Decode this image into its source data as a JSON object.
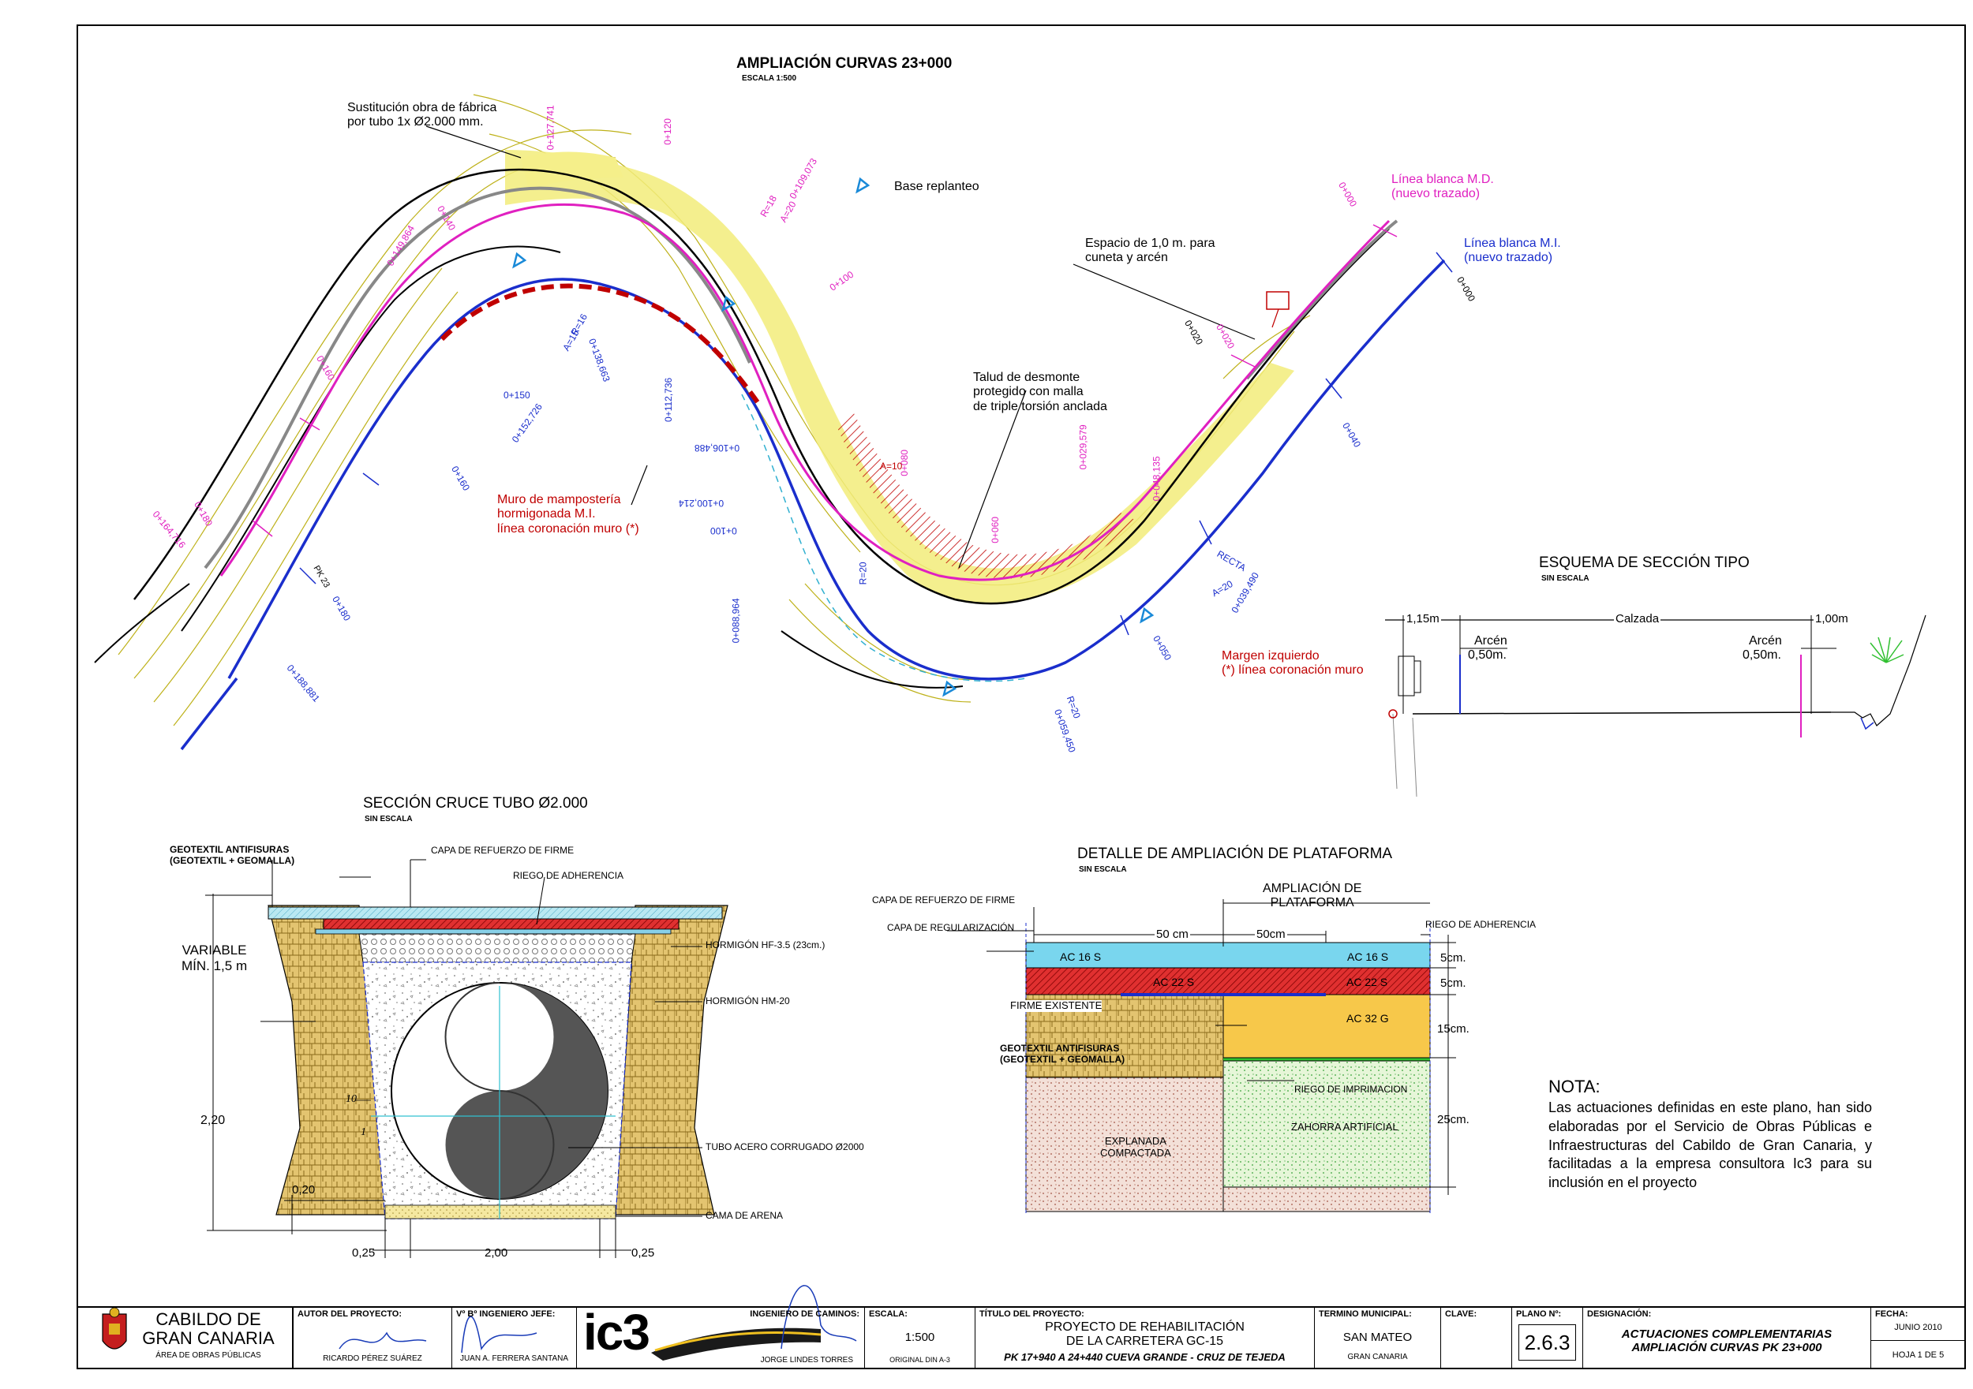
{
  "plan": {
    "title": "AMPLIACIÓN CURVAS 23+000",
    "scale": "ESCALA 1:500",
    "annotations": {
      "culvert": [
        "Sustitución obra de fábrica",
        "por tubo 1x Ø2.000 mm."
      ],
      "base": "Base replanteo",
      "white_md": [
        "Línea blanca M.D.",
        "(nuevo trazado)"
      ],
      "white_mi": [
        "Línea blanca M.I.",
        "(nuevo trazado)"
      ],
      "space": [
        "Espacio de 1,0 m. para",
        "cuneta y arcén"
      ],
      "slope": [
        "Talud de desmonte",
        "protegido con malla",
        "de triple torsión anclada"
      ],
      "wall": [
        "Muro de mampostería",
        "hormigonada M.I.",
        "línea coronación muro (*)"
      ]
    },
    "stations": [
      "0+120",
      "0+109,073",
      "0+100",
      "0+080",
      "0+060",
      "0+050",
      "0+040",
      "0+020",
      "0+000",
      "0+140",
      "0+160",
      "0+180",
      "0+150",
      "0+160",
      "0+180",
      "0+100",
      "0+164,716",
      "0+149,864",
      "0+152,726",
      "0+138,663",
      "0+112,736",
      "0+106,488",
      "0+100,214",
      "0+088,964",
      "0+059,450",
      "0+039,490",
      "0+048,135",
      "0+029,579",
      "0+127,741",
      "0+188,881",
      "0+020",
      "0+000"
    ],
    "curve_labels": [
      "R=16",
      "A=15",
      "R=18",
      "A=20",
      "A=10",
      "R=20",
      "A=20",
      "RECTA",
      "PK 23",
      "R=20"
    ]
  },
  "seccion_tipo": {
    "title": "ESQUEMA DE SECCIÓN TIPO",
    "subtitle": "SIN ESCALA",
    "dims": [
      "1,15m",
      "Calzada",
      "1,00m"
    ],
    "arcen_left": [
      "Arcén",
      "0,50m."
    ],
    "arcen_right": [
      "Arcén",
      "0,50m."
    ],
    "margin": [
      "Margen izquierdo",
      "(*) línea coronación muro"
    ]
  },
  "cruce": {
    "title": "SECCIÓN CRUCE TUBO Ø2.000",
    "subtitle": "SIN ESCALA",
    "geotextil": [
      "GEOTEXTIL ANTIFISURAS",
      "(GEOTEXTIL + GEOMALLA)"
    ],
    "capa": "CAPA DE REFUERZO DE FIRME",
    "riego": "RIEGO DE ADHERENCIA",
    "hf": "HORMIGÓN HF-3.5 (23cm.)",
    "hm": "HORMIGÓN HM-20",
    "tubo": "TUBO ACERO CORRUGADO Ø2000",
    "cama": "CAMA DE ARENA",
    "variable": [
      "VARIABLE",
      "MÍN. 1,5 m"
    ],
    "dim_h": "2,20",
    "dim_020": "0,20",
    "dims_bottom": [
      "0,25",
      "2,00",
      "0,25"
    ],
    "slope_10": "10",
    "slope_1": "1"
  },
  "detalle": {
    "title": "DETALLE DE AMPLIACIÓN DE PLATAFORMA",
    "subtitle": "SIN ESCALA",
    "ampliacion": [
      "AMPLIACIÓN DE",
      "PLATAFORMA"
    ],
    "capa_refuerzo": "CAPA DE REFUERZO DE FIRME",
    "capa_regul": "CAPA DE REGULARIZACIÓN",
    "riego_adh": "RIEGO DE ADHERENCIA",
    "d50a": "50 cm",
    "d50b": "50cm",
    "ac16a": "AC 16 S",
    "ac16b": "AC 16 S",
    "ac22a": "AC 22 S",
    "ac22b": "AC 22 S",
    "ac32": "AC 32 G",
    "firme": "FIRME EXISTENTE",
    "geotextil": [
      "GEOTEXTIL ANTIFISURAS",
      "(GEOTEXTIL + GEOMALLA)"
    ],
    "riego_imp": "RIEGO DE IMPRIMACION",
    "explanada": [
      "EXPLANADA",
      "COMPACTADA"
    ],
    "zahorra": "ZAHORRA ARTIFICIAL",
    "dims": [
      "5cm.",
      "5cm.",
      "15cm.",
      "25cm."
    ]
  },
  "nota": {
    "title": "NOTA:",
    "text": "Las actuaciones definidas en este plano, han sido elaboradas por el Servicio de Obras Públicas e Infraestructuras del Cabildo de Gran Canaria, y facilitadas a la empresa consultora Ic3 para su inclusión en el proyecto"
  },
  "titleblock": {
    "org": [
      "CABILDO DE",
      "GRAN CANARIA"
    ],
    "area": "ÁREA DE OBRAS PÚBLICAS",
    "autor_h": "AUTOR DEL PROYECTO:",
    "autor": "RICARDO PÉREZ SUÁREZ",
    "vb_h": "Vº Bº INGENIERO JEFE:",
    "vb": "JUAN A. FERRERA SANTANA",
    "logo": "ic3",
    "ing_h": "INGENIERO DE CAMINOS:",
    "ing": "JORGE LINDES TORRES",
    "escala_h": "ESCALA:",
    "escala": "1:500",
    "original": "ORIGINAL DIN A-3",
    "titulo_h": "TÍTULO DEL PROYECTO:",
    "titulo": [
      "PROYECTO DE REHABILITACIÓN",
      "DE LA CARRETERA GC-15"
    ],
    "titulo_sub": "PK 17+940 A 24+440 CUEVA GRANDE - CRUZ DE TEJEDA",
    "termino_h": "TERMINO MUNICIPAL:",
    "termino": "SAN MATEO",
    "termino_sub": "GRAN CANARIA",
    "clave_h": "CLAVE:",
    "plano_h": "PLANO Nº:",
    "plano": "2.6.3",
    "desig_h": "DESIGNACIÓN:",
    "desig": [
      "ACTUACIONES COMPLEMENTARIAS",
      "AMPLIACIÓN CURVAS PK 23+000"
    ],
    "fecha_h": "FECHA:",
    "fecha": "JUNIO 2010",
    "hoja": "HOJA 1  DE  5"
  }
}
